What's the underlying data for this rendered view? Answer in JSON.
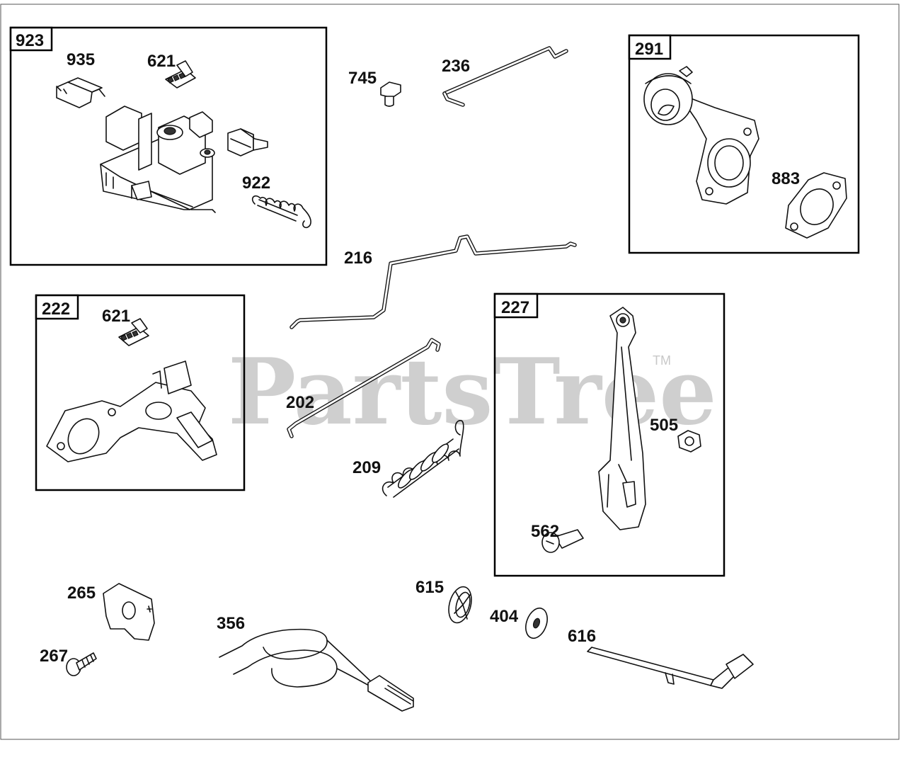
{
  "watermark": {
    "text": "PartsTree",
    "trademark": "TM"
  },
  "groups": {
    "g923": "923",
    "g291": "291",
    "g222": "222",
    "g227": "227"
  },
  "parts": {
    "p935": "935",
    "p621a": "621",
    "p922": "922",
    "p745": "745",
    "p236": "236",
    "p883": "883",
    "p216": "216",
    "p621b": "621",
    "p202": "202",
    "p209": "209",
    "p505": "505",
    "p562": "562",
    "p265": "265",
    "p267": "267",
    "p356": "356",
    "p615": "615",
    "p404": "404",
    "p616": "616"
  }
}
